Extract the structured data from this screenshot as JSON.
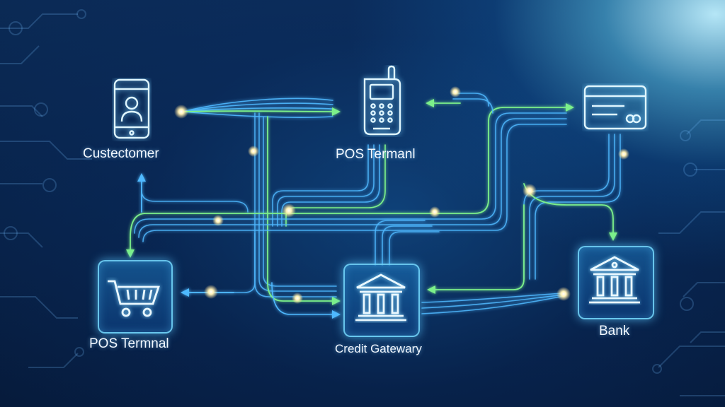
{
  "nodes": {
    "customer": {
      "label": "Custectomer",
      "icon": "smartphone-user-icon"
    },
    "pos_terminal_top": {
      "label": "POS Termanl",
      "icon": "pos-terminal-icon"
    },
    "card": {
      "label": "",
      "icon": "credit-card-icon"
    },
    "pos_terminal_bottom": {
      "label": "POS Termnal",
      "icon": "shopping-cart-icon"
    },
    "gateway": {
      "label": "Credit Gatewary",
      "icon": "bank-building-icon"
    },
    "bank": {
      "label": "Bank",
      "icon": "bank-building-icon"
    }
  },
  "colors": {
    "line_blue": "#4fb9ff",
    "line_green": "#7cf08a",
    "glow": "#ffe7a0",
    "icon_stroke": "#dff6ff"
  }
}
